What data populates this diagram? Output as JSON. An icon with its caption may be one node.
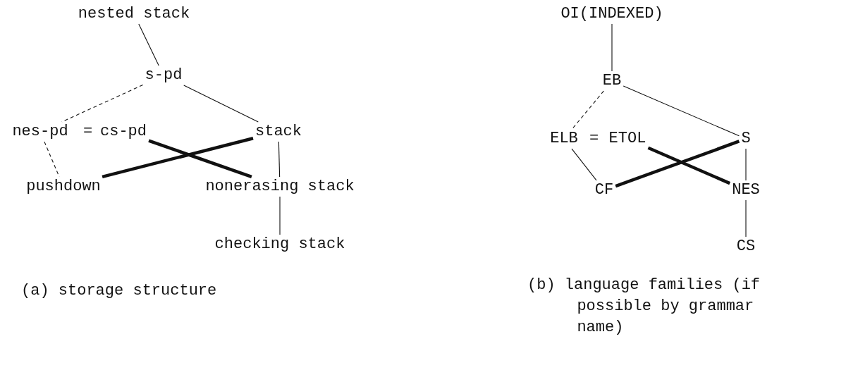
{
  "diagram": {
    "nodes": [
      {
        "text": [
          "nested stack"
        ]
      },
      {
        "text": [
          "s-pd"
        ]
      },
      {
        "text": [
          "nes-pd"
        ]
      },
      {
        "text": [
          "cs-pd"
        ]
      },
      {
        "text": [
          "stack"
        ]
      },
      {
        "text": [
          "pushdown"
        ]
      },
      {
        "text": [
          "nonerasing stack"
        ]
      },
      {
        "text": [
          "checking stack"
        ]
      },
      {
        "text": [
          "OI(INDEXED)"
        ]
      },
      {
        "text": [
          "EB"
        ]
      },
      {
        "text": [
          "ELB"
        ]
      },
      {
        "text": [
          "ETOL"
        ]
      },
      {
        "text": [
          "S"
        ]
      },
      {
        "text": [
          "CF"
        ]
      },
      {
        "text": [
          "NES"
        ]
      },
      {
        "text": [
          "CS"
        ]
      }
    ],
    "edges": [
      {
        "from": 0,
        "to": 1,
        "arrow": "none"
      },
      {
        "from": 1,
        "to": 2,
        "arrow": "none",
        "style": "dashed"
      },
      {
        "from": 1,
        "to": 4,
        "arrow": "none"
      },
      {
        "from": 2,
        "to": 5,
        "arrow": "none",
        "style": "dashed"
      },
      {
        "from": 3,
        "to": 6,
        "arrow": "none",
        "style": "thick"
      },
      {
        "from": 4,
        "to": 5,
        "arrow": "none",
        "style": "thick"
      },
      {
        "from": 4,
        "to": 6,
        "arrow": "none"
      },
      {
        "from": 6,
        "to": 7,
        "arrow": "none"
      },
      {
        "from": 8,
        "to": 9,
        "arrow": "none"
      },
      {
        "from": 9,
        "to": 10,
        "arrow": "none",
        "style": "dashed"
      },
      {
        "from": 9,
        "to": 12,
        "arrow": "none"
      },
      {
        "from": 10,
        "to": 13,
        "arrow": "none"
      },
      {
        "from": 11,
        "to": 14,
        "arrow": "none",
        "style": "thick"
      },
      {
        "from": 12,
        "to": 13,
        "arrow": "none",
        "style": "thick"
      },
      {
        "from": 12,
        "to": 14,
        "arrow": "none"
      },
      {
        "from": 14,
        "to": 15,
        "arrow": "none"
      }
    ],
    "labels": [
      "=",
      "=",
      "(a) storage structure",
      "(b) language families (if possible by grammar name)"
    ]
  }
}
